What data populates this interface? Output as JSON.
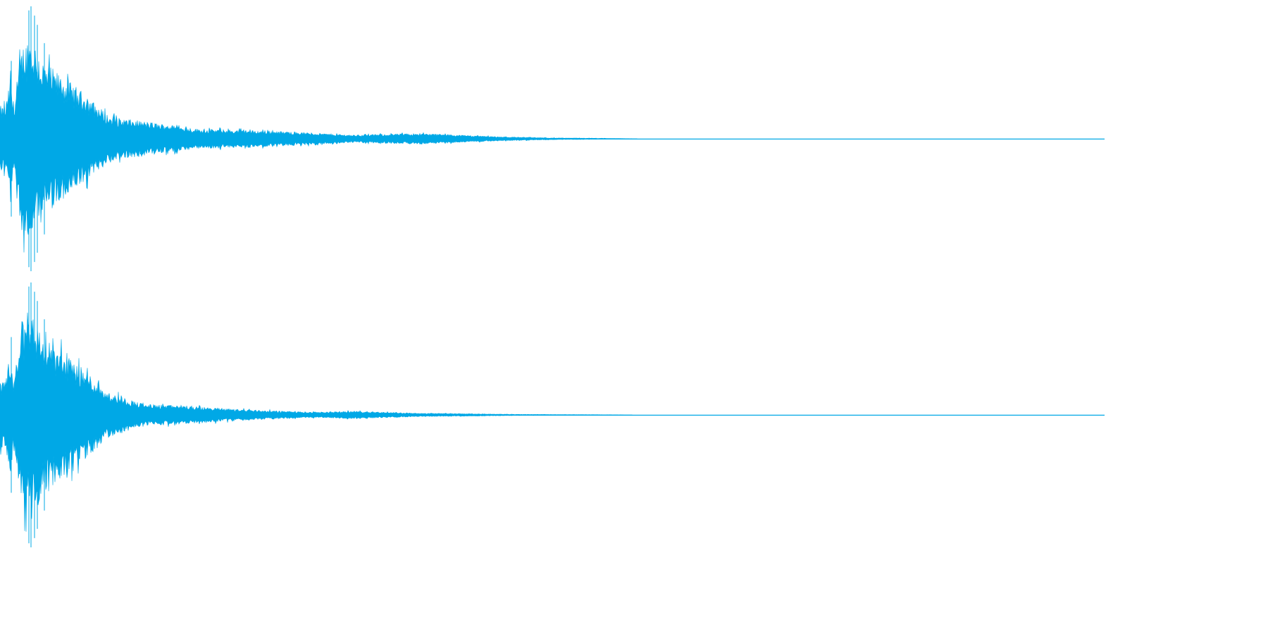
{
  "chart_data": {
    "type": "area",
    "title": "",
    "xlabel": "",
    "ylabel": "",
    "grid": false,
    "legend": "none",
    "ylim": [
      -1,
      1
    ],
    "color": "#00a8e6",
    "channels": [
      {
        "envelope": {
          "x": [
            0.0,
            0.005,
            0.01,
            0.012,
            0.02,
            0.028,
            0.04,
            0.06,
            0.08,
            0.1,
            0.13,
            0.18,
            0.25,
            0.32,
            0.38,
            0.45,
            0.5,
            0.55,
            0.58,
            1.0
          ],
          "y": [
            0.3,
            0.3,
            0.57,
            0.28,
            0.85,
            0.97,
            0.7,
            0.55,
            0.38,
            0.2,
            0.16,
            0.09,
            0.07,
            0.035,
            0.05,
            0.02,
            0.008,
            0.004,
            0.0,
            0.0
          ]
        }
      },
      {
        "envelope": {
          "x": [
            0.0,
            0.005,
            0.01,
            0.012,
            0.02,
            0.028,
            0.04,
            0.06,
            0.08,
            0.1,
            0.13,
            0.17,
            0.22,
            0.28,
            0.32,
            0.38,
            0.42,
            0.46,
            0.52,
            0.55,
            0.58,
            1.0
          ],
          "y": [
            0.3,
            0.3,
            0.57,
            0.28,
            0.85,
            0.97,
            0.7,
            0.55,
            0.38,
            0.2,
            0.1,
            0.08,
            0.05,
            0.025,
            0.035,
            0.015,
            0.012,
            0.006,
            0.003,
            0.002,
            0.0,
            0.0
          ]
        }
      }
    ]
  }
}
